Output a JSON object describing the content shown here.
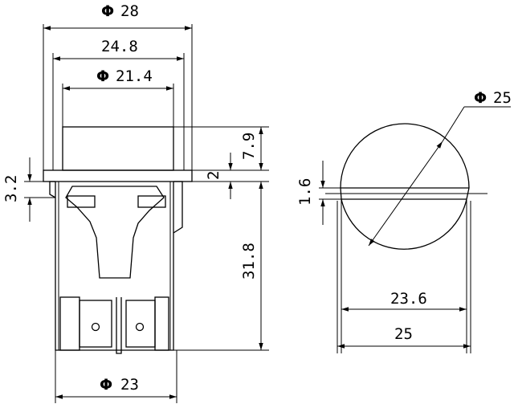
{
  "diagram": {
    "front_view": {
      "dim_outer_diameter": {
        "symbol": "Φ",
        "value": "28"
      },
      "dim_bezel_width": "24.8",
      "dim_button_diameter": {
        "symbol": "Φ",
        "value": "21.4"
      },
      "dim_button_height": "7.9",
      "dim_flange_thickness": "2",
      "dim_body_height": "31.8",
      "dim_side_offset": "3.2",
      "dim_body_diameter": {
        "symbol": "Φ",
        "value": "23"
      }
    },
    "side_view": {
      "dim_diameter": {
        "symbol": "Φ",
        "value": "25"
      },
      "dim_flat_offset": "1.6",
      "dim_inner_width": "23.6",
      "dim_outer_width": "25"
    }
  }
}
